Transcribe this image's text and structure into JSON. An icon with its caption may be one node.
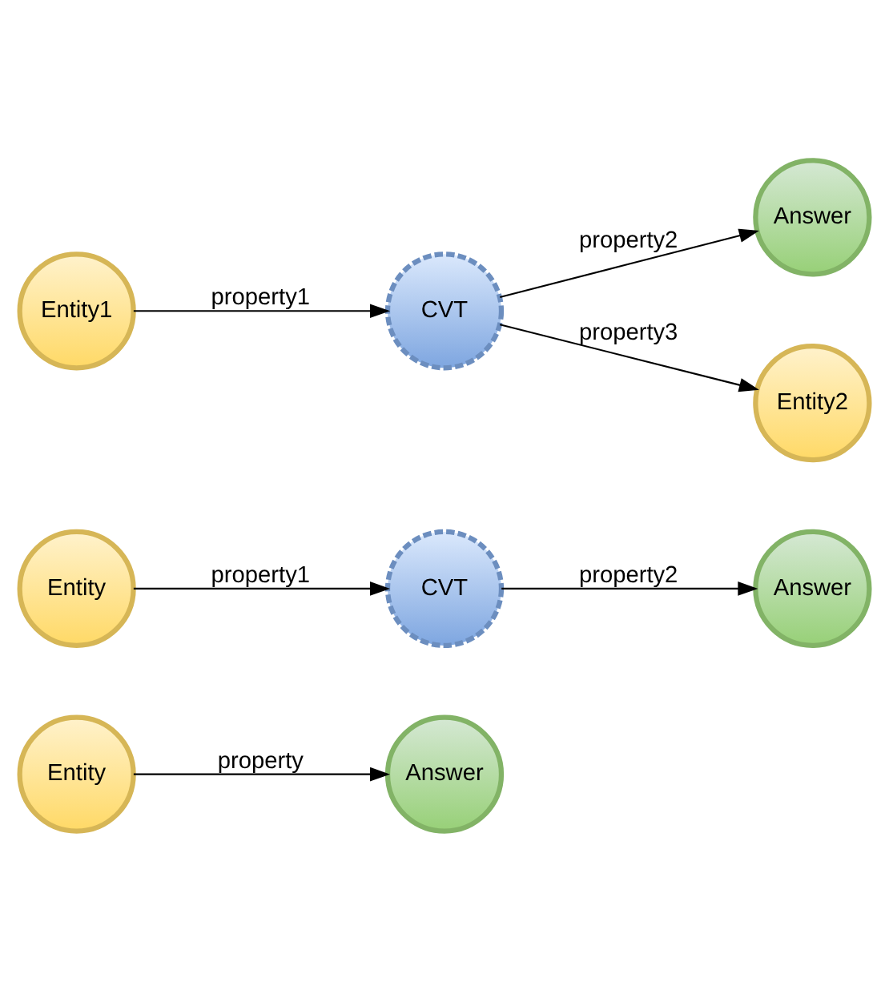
{
  "diagram": {
    "nodes": [
      {
        "text": [
          "Entity"
        ]
      },
      {
        "text": [
          "Answer"
        ]
      },
      {
        "text": [
          "Entity"
        ]
      },
      {
        "text": [
          "CVT"
        ]
      },
      {
        "text": [
          "Answer"
        ]
      },
      {
        "text": [
          "Entity1"
        ]
      },
      {
        "text": [
          "CVT"
        ]
      },
      {
        "text": [
          "Answer"
        ]
      },
      {
        "text": [
          "Entity2"
        ]
      }
    ],
    "edges": [
      {
        "from": 0,
        "to": 1,
        "arrow": "to",
        "label": "property"
      },
      {
        "from": 2,
        "to": 3,
        "arrow": "to",
        "label": "property1"
      },
      {
        "from": 3,
        "to": 4,
        "arrow": "to",
        "label": "property2"
      },
      {
        "from": 5,
        "to": 6,
        "arrow": "to",
        "label": "property1"
      },
      {
        "from": 6,
        "to": 7,
        "arrow": "to",
        "label": "property2"
      },
      {
        "from": 6,
        "to": 8,
        "arrow": "to",
        "label": "property3"
      }
    ]
  }
}
